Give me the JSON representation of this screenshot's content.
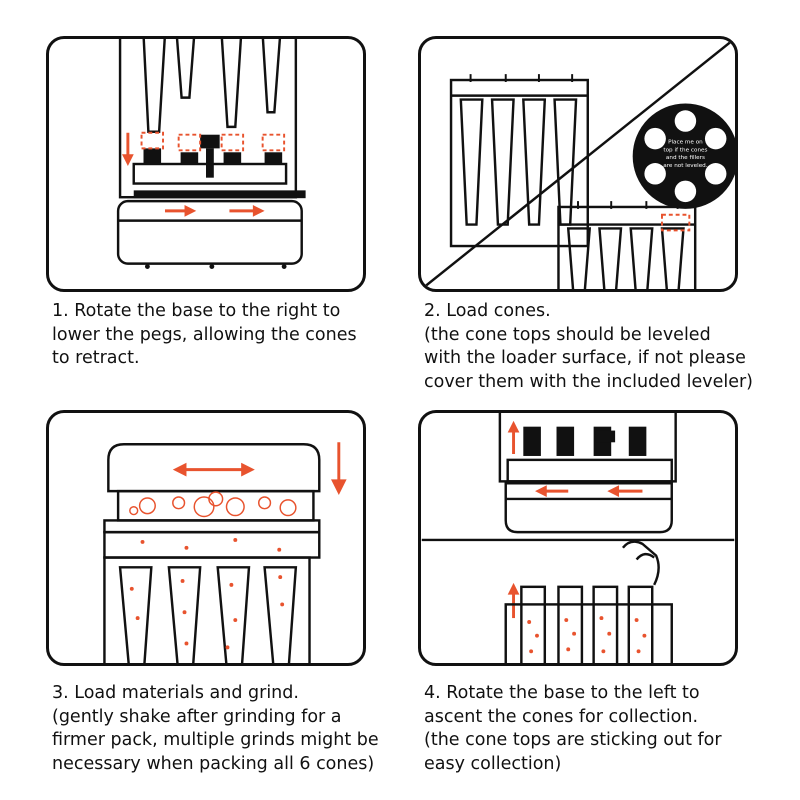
{
  "steps": [
    {
      "lines": [
        "1. Rotate the base to the right to",
        "lower the pegs, allowing the cones",
        "to retract."
      ]
    },
    {
      "lines": [
        "2. Load cones.",
        "(the cone tops should be leveled",
        "with the loader surface, if not please",
        "cover them with the included leveler)"
      ],
      "leveler_note": [
        "Place me on",
        "top if the cones",
        "and the fillers",
        "are not leveled."
      ]
    },
    {
      "lines": [
        "3. Load materials and grind.",
        "(gently shake after grinding for a",
        "firmer pack, multiple grinds might be",
        "necessary when packing all 6 cones)"
      ]
    },
    {
      "lines": [
        "4. Rotate the base to the left to",
        "ascent the cones for collection.",
        "(the cone tops are sticking out for",
        "easy collection)"
      ]
    }
  ],
  "colors": {
    "accent": "#e8532e",
    "stroke": "#111111"
  }
}
